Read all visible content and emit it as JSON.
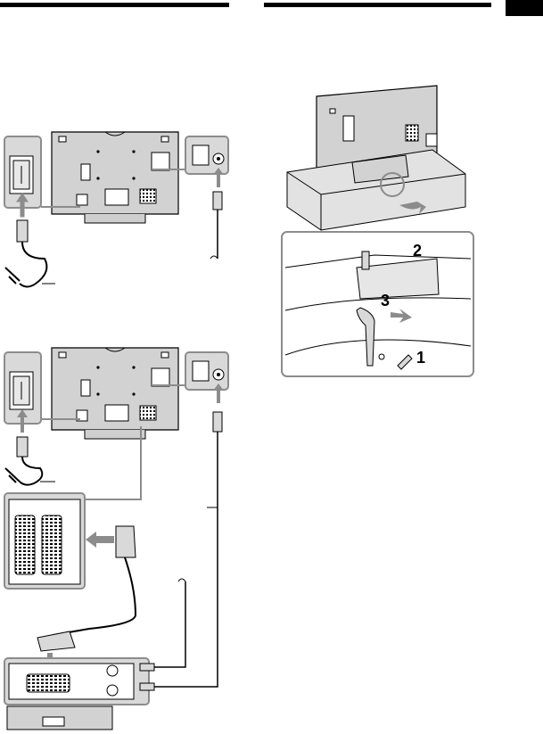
{
  "steps": {
    "step1": "1",
    "step2": "2",
    "step3": "3"
  },
  "colors": {
    "line": "#000000",
    "panel_bg": "#d9d9d9",
    "tv_body": "#cfcfcf",
    "arrow": "#8c8c8c",
    "rack": "#e2e2e2"
  },
  "icons": [
    "tv-rear-diagram",
    "mains-socket-detail",
    "antenna-socket-detail",
    "scart-socket-detail",
    "scart-plug",
    "vcr-device",
    "tv-on-rack-diagram",
    "securing-belt-detail",
    "screw"
  ]
}
